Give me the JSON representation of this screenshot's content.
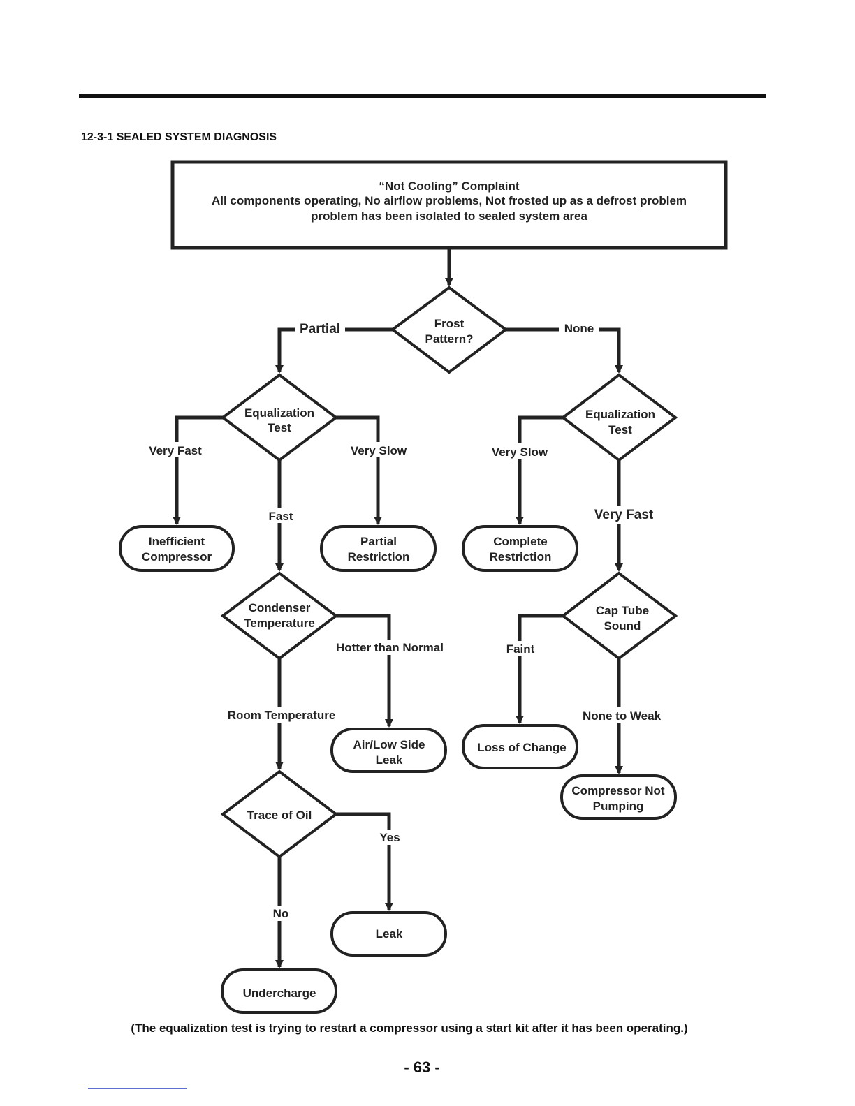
{
  "section_title": "12-3-1 SEALED SYSTEM DIAGNOSIS",
  "complaint": {
    "line1": "“Not Cooling” Complaint",
    "line2": "All components operating, No airflow problems, Not frosted up as a defrost problem",
    "line3": "problem has been isolated to sealed system area"
  },
  "frost": {
    "line1": "Frost",
    "line2": "Pattern?"
  },
  "labels": {
    "partial": "Partial",
    "none": "None",
    "very_fast_left": "Very Fast",
    "very_slow_left": "Very Slow",
    "fast": "Fast",
    "very_slow_right": "Very Slow",
    "very_fast_right": "Very Fast",
    "hotter_than_normal": "Hotter than Normal",
    "room_temperature": "Room Temperature",
    "faint": "Faint",
    "none_to_weak": "None to Weak",
    "yes": "Yes",
    "no": "No"
  },
  "eq_left": {
    "line1": "Equalization",
    "line2": "Test"
  },
  "eq_right": {
    "line1": "Equalization",
    "line2": "Test"
  },
  "condenser": {
    "line1": "Condenser",
    "line2": "Temperature"
  },
  "cap_tube": {
    "line1": "Cap Tube",
    "line2": "Sound"
  },
  "trace_oil": {
    "line1": "Trace of Oil"
  },
  "results": {
    "inefficient": {
      "line1": "Inefficient",
      "line2": "Compressor"
    },
    "partial_restriction": {
      "line1": "Partial",
      "line2": "Restriction"
    },
    "complete_restriction": {
      "line1": "Complete",
      "line2": "Restriction"
    },
    "air_low_side": {
      "line1": "Air/Low Side",
      "line2": "Leak"
    },
    "loss_of_change": {
      "line1": "Loss of Change"
    },
    "compressor_not_pumping": {
      "line1": "Compressor Not",
      "line2": "Pumping"
    },
    "leak": {
      "line1": "Leak"
    },
    "undercharge": {
      "line1": "Undercharge"
    }
  },
  "footnote": "(The equalization test is trying to restart a compressor using a start kit after it has been operating.)",
  "page_number": "- 63 -"
}
